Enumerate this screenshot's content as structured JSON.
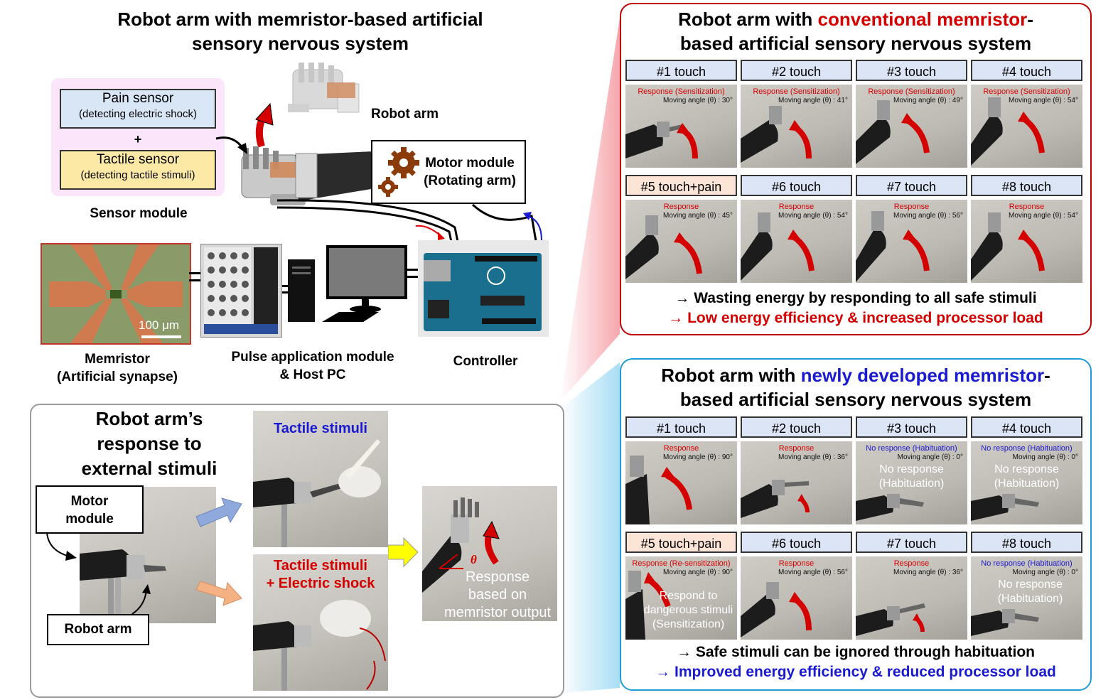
{
  "left": {
    "title_line1": "Robot arm with memristor-based artificial",
    "title_line2": "sensory nervous system",
    "pain_sensor": {
      "name": "Pain sensor",
      "desc": "(detecting electric shock)"
    },
    "plus": "+",
    "tactile_sensor": {
      "name": "Tactile sensor",
      "desc": "(detecting tactile stimuli)"
    },
    "sensor_module": "Sensor module",
    "robot_arm": "Robot arm",
    "motor_module_line1": "Motor module",
    "motor_module_line2": "(Rotating arm)",
    "scale_bar": "100 μm",
    "memristor_line1": "Memristor",
    "memristor_line2": "(Artificial synapse)",
    "pulse_line1": "Pulse application module",
    "pulse_line2": "& Host PC",
    "controller": "Controller"
  },
  "response_panel": {
    "title_line1": "Robot arm’s",
    "title_line2": "response to",
    "title_line3": "external stimuli",
    "motor_line1": "Motor",
    "motor_line2": "module",
    "robot_arm": "Robot arm",
    "tactile": "Tactile stimuli",
    "shock_line1": "Tactile stimuli",
    "shock_line2": "+ Electric shock",
    "theta": "θ",
    "response_line1": "Response",
    "response_line2": "based on",
    "response_line3": "memristor output"
  },
  "conventional": {
    "title_pre": "Robot arm with ",
    "title_hl": "conventional memristor",
    "title_post": "-",
    "title_line2": "based artificial sensory nervous system",
    "cells": [
      {
        "label": "#1 touch",
        "resp": "Response (Sensitization)",
        "angle": "Moving angle (θ) : 30°"
      },
      {
        "label": "#2 touch",
        "resp": "Response (Sensitization)",
        "angle": "Moving angle (θ) : 41°"
      },
      {
        "label": "#3 touch",
        "resp": "Response (Sensitization)",
        "angle": "Moving angle (θ) : 49°"
      },
      {
        "label": "#4 touch",
        "resp": "Response (Sensitization)",
        "angle": "Moving angle (θ) : 54°"
      },
      {
        "label": "#5 touch+pain",
        "resp": "Response",
        "angle": "Moving angle (θ) : 45°"
      },
      {
        "label": "#6 touch",
        "resp": "Response",
        "angle": "Moving angle (θ) : 54°"
      },
      {
        "label": "#7 touch",
        "resp": "Response",
        "angle": "Moving angle (θ) : 56°"
      },
      {
        "label": "#8 touch",
        "resp": "Response",
        "angle": "Moving angle (θ) : 54°"
      }
    ],
    "concl1": "→ Wasting energy by responding to all safe stimuli",
    "concl2": "→ Low energy efficiency & increased processor load"
  },
  "newly": {
    "title_pre": "Robot arm with ",
    "title_hl": "newly developed memristor",
    "title_post": "-",
    "title_line2": "based artificial sensory nervous system",
    "cells": [
      {
        "label": "#1 touch",
        "resp": "Response",
        "angle": "Moving angle (θ) : 90°",
        "big1": "",
        "big2": "",
        "big3": ""
      },
      {
        "label": "#2 touch",
        "resp": "Response",
        "angle": "Moving angle (θ) : 36°",
        "big1": "",
        "big2": "",
        "big3": ""
      },
      {
        "label": "#3 touch",
        "resp": "No response (Habituation)",
        "angle": "Moving angle (θ) : 0°",
        "big1": "No response",
        "big2": "(Habituation)",
        "big3": ""
      },
      {
        "label": "#4 touch",
        "resp": "No response (Habituation)",
        "angle": "Moving angle (θ) : 0°",
        "big1": "No response",
        "big2": "(Habituation)",
        "big3": ""
      },
      {
        "label": "#5 touch+pain",
        "resp": "Response (Re-sensitization)",
        "angle": "Moving angle (θ) : 90°",
        "big1": "Respond to",
        "big2": "dangerous stimuli",
        "big3": "(Sensitization)"
      },
      {
        "label": "#6 touch",
        "resp": "Response",
        "angle": "Moving angle (θ) : 56°",
        "big1": "",
        "big2": "",
        "big3": ""
      },
      {
        "label": "#7 touch",
        "resp": "Response",
        "angle": "Moving angle (θ) : 36°",
        "big1": "",
        "big2": "",
        "big3": ""
      },
      {
        "label": "#8 touch",
        "resp": "No response (Habituation)",
        "angle": "Moving angle (θ) : 0°",
        "big1": "No response",
        "big2": "(Habituation)",
        "big3": ""
      }
    ],
    "concl1": "→ Safe stimuli can be ignored through habituation",
    "concl2": "→ Improved energy efficiency & reduced processor load"
  },
  "colors": {
    "conventional": "#c00000",
    "newly": "#1f9bd7",
    "highlight_red": "#d40000",
    "highlight_blue": "#1a1ad0",
    "tile_blue": "#dbe5f5",
    "tile_pink": "#fce4d6",
    "sensor_pink": "#fbe5fb",
    "pain_blue": "#d9e6f6",
    "tactile_yellow": "#fde9a6"
  }
}
